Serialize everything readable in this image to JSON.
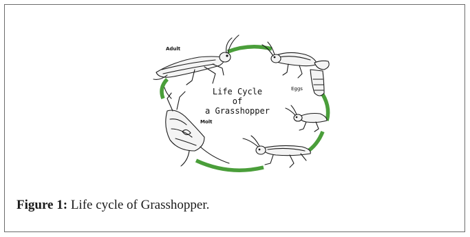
{
  "figure": {
    "diagram": {
      "center_title_lines": [
        "Life Cycle",
        "of",
        "a Grasshopper"
      ],
      "stage_labels": {
        "adult": "Adult",
        "eggs": "Eggs",
        "molt": "Molt"
      },
      "arrow_color": "#4a9e3a"
    },
    "caption": {
      "label": "Figure 1:",
      "text": " Life cycle of Grasshopper."
    }
  }
}
